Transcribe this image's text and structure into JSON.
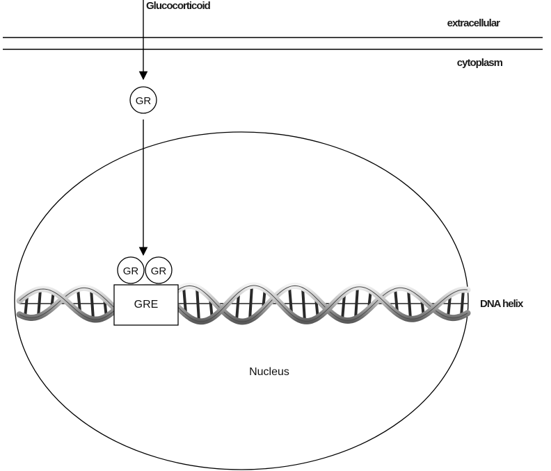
{
  "labels": {
    "ligand": "Glucocorticoid",
    "extracellular": "extracellular",
    "cytoplasm": "cytoplasm",
    "receptor": "GR",
    "dimer_left": "GR",
    "dimer_right": "GR",
    "response_element": "GRE",
    "dna": "DNA helix",
    "nucleus": "Nucleus"
  },
  "colors": {
    "line": "#000000",
    "helix_light": "#e6e6e6",
    "helix_mid": "#a8a8a8",
    "helix_dark": "#555555",
    "rung": "#2a2a2a"
  }
}
